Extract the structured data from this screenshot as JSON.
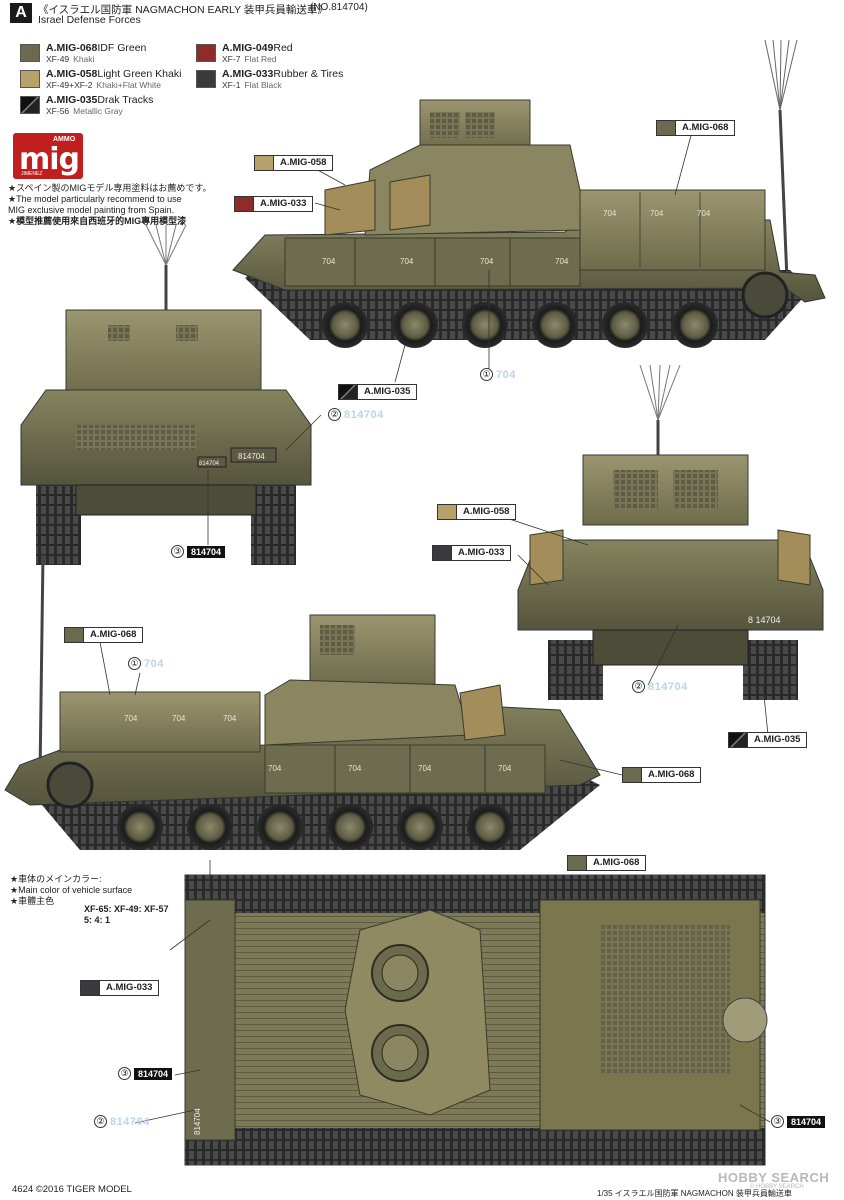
{
  "header": {
    "plate_letter": "A",
    "title": "《イスラエル国防軍 NAGMACHON EARLY 装甲兵員輸送車》",
    "number": "(NO.814704)",
    "subtitle": "Israel Defense Forces"
  },
  "legend": [
    {
      "code": "A.MIG-068",
      "name": "IDF Green",
      "xf": "XF-49",
      "xf_name": "Khaki",
      "color": "#6b6a4e"
    },
    {
      "code": "A.MIG-049",
      "name": "Red",
      "xf": "XF-7",
      "xf_name": "Flat Red",
      "color": "#8e2b2b"
    },
    {
      "code": "A.MIG-058",
      "name": "Light Green Khaki",
      "xf": "XF-49+XF-2",
      "xf_name": "Khaki+Flat White",
      "color": "#b9a16a"
    },
    {
      "code": "A.MIG-033",
      "name": "Rubber & Tires",
      "xf": "XF-1",
      "xf_name": "Flat Black",
      "color": "#3a3a3e"
    },
    {
      "code": "A.MIG-035",
      "name": "Drak Tracks",
      "xf": "XF-56",
      "xf_name": "Metallic Gray",
      "color": "#2b2b2b"
    }
  ],
  "logo": {
    "top": "AMMO",
    "brand": "mig",
    "bottom": "JIMENEZ"
  },
  "recommend_lines": [
    "★スペイン製のMIGモデル専用塗料はお薦めです。",
    "★The model particularly recommend to use",
    "MIG exclusive model painting from Spain.",
    "★模型推薦使用來自西班牙的MIG專用模型漆"
  ],
  "callouts": {
    "c058_side": {
      "code": "A.MIG-058",
      "color": "#b9a16a"
    },
    "c033_side": {
      "code": "A.MIG-033",
      "color": "#8e2b2b"
    },
    "c068_side": {
      "code": "A.MIG-068",
      "color": "#6b6a4e"
    },
    "c035_side": {
      "code": "A.MIG-035",
      "color": "#2b2b2b"
    },
    "c058_front": {
      "code": "A.MIG-058",
      "color": "#b9a16a"
    },
    "c033_front": {
      "code": "A.MIG-033",
      "color": "#3a3a3e"
    },
    "c035_front": {
      "code": "A.MIG-035",
      "color": "#2b2b2b"
    },
    "c068_left": {
      "code": "A.MIG-068",
      "color": "#6b6a4e"
    },
    "c068_left2": {
      "code": "A.MIG-068",
      "color": "#6b6a4e"
    },
    "c068_top": {
      "code": "A.MIG-068",
      "color": "#6b6a4e"
    },
    "c033_top": {
      "code": "A.MIG-033",
      "color": "#3a3a3e"
    }
  },
  "decal_tags": {
    "t1_side": {
      "num": "①",
      "text": "704"
    },
    "t2_rear": {
      "num": "②",
      "text": "814704"
    },
    "t3_rear": {
      "num": "③",
      "text": "814704"
    },
    "t1_left": {
      "num": "①",
      "text": "704"
    },
    "t2_front": {
      "num": "②",
      "text": "814704"
    },
    "t3_top": {
      "num": "③",
      "text": "814704"
    },
    "t2_top": {
      "num": "②",
      "text": "814704"
    },
    "t3_top_right": {
      "num": "③",
      "text": "814704"
    }
  },
  "hull_numbers": {
    "side": "704",
    "plate": "814704",
    "front_plate": "8 14704"
  },
  "main_color": {
    "lines": [
      "★車体のメインカラー:",
      "★Main color of vehicle surface",
      "★車體主色"
    ],
    "mix_codes": "XF-65:  XF-49:  XF-57",
    "mix_ratio": "5:    4:    1"
  },
  "footer": {
    "left": "4624  ©2016  TIGER MODEL",
    "right": "1/35 イスラエル国防軍 NAGMACHON 装甲兵員輸送車",
    "watermark": "HOBBY SEARCH",
    "watermark_sub": "© HOBBY SEARCH"
  }
}
